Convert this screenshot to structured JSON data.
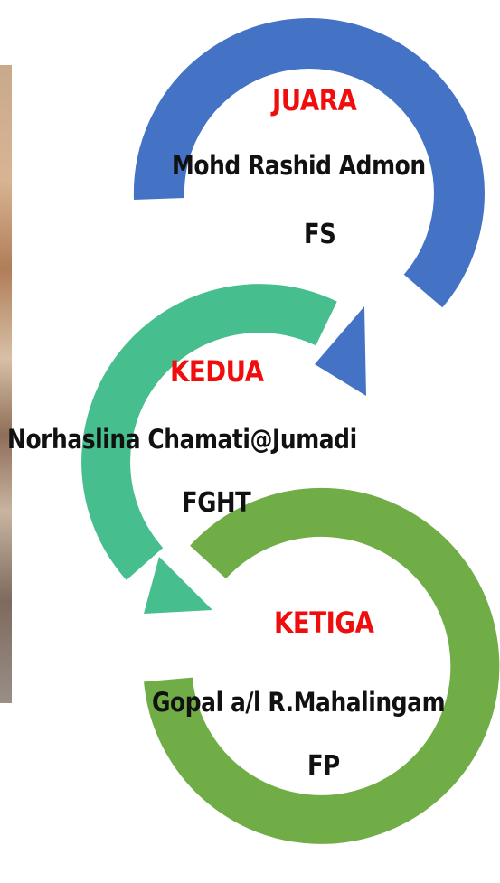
{
  "winners": [
    {
      "rank": "JUARA",
      "name": "Mohd Rashid Admon",
      "faculty": "FS",
      "arrow_color": "#4472c4"
    },
    {
      "rank": "KEDUA",
      "name": "Norhaslina Chamati@Jumadi",
      "faculty": "FGHT",
      "arrow_color": "#46be8e"
    },
    {
      "rank": "KETIGA",
      "name": "Gopal a/l R.Mahalingam",
      "faculty": "FP",
      "arrow_color": "#70ad47"
    }
  ],
  "colors": {
    "rank_text": "#f00d0d",
    "body_text": "#111111",
    "background": "#ffffff"
  }
}
